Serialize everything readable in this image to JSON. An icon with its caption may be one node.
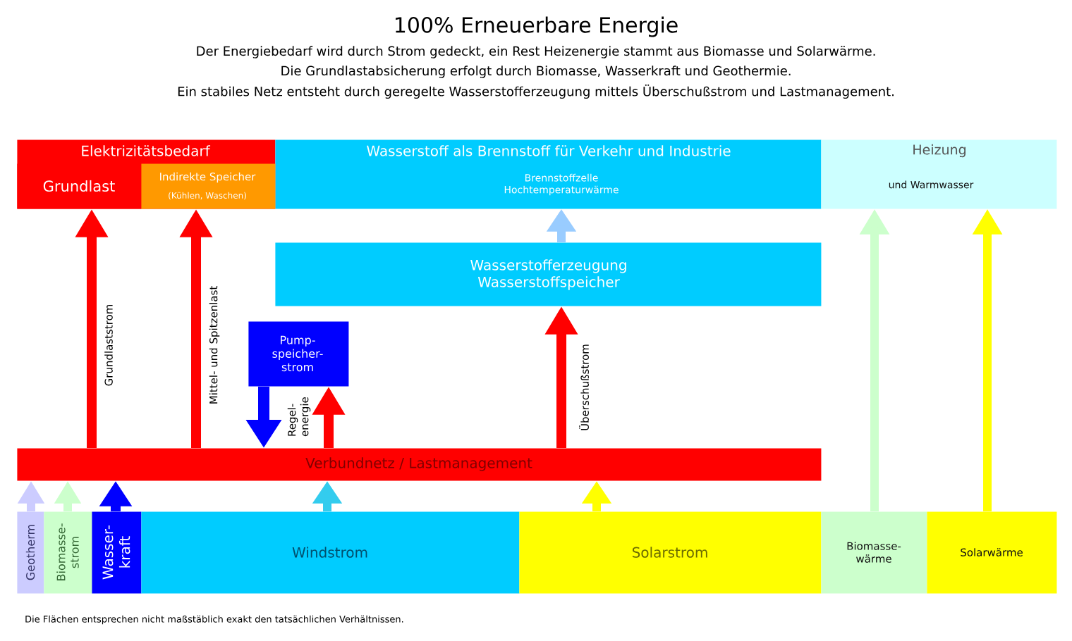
{
  "diagram": {
    "title": "100% Erneuerbare Energie",
    "caption": "Die Flächen entsprechen nicht maßstäblich exakt den tatsächlichen Verhältnissen.",
    "nodes": [
      {
        "text": [
          "Elektrizitätsbedarf"
        ]
      },
      {
        "text": [
          "Grundlast"
        ],
        "in": 0
      },
      {
        "text": [
          "Indirekte Speicher",
          "(Kühlen, Waschen)"
        ],
        "in": 0
      },
      {
        "text": [
          "Wasserstoff als Brennstoff für Verkehr und Industrie",
          "Brennstoffzelle Hochtemperaturwärme"
        ]
      },
      {
        "text": [
          "Heizung",
          "und Warmwasser"
        ]
      },
      {
        "text": [
          "Wasserstofferzeugung Wasserstoffspeicher"
        ]
      },
      {
        "text": [
          "Pump- speicher- strom"
        ]
      },
      {
        "text": [
          "Verbundnetz / Lastmanagement"
        ]
      },
      {
        "text": [
          "Geotherm"
        ]
      },
      {
        "text": [
          "Biomasse- strom"
        ]
      },
      {
        "text": [
          "Wasser- kraft"
        ]
      },
      {
        "text": [
          "Windstrom"
        ]
      },
      {
        "text": [
          "Solarstrom"
        ]
      },
      {
        "text": [
          "Biomasse- wärme"
        ]
      },
      {
        "text": [
          "Solarwärme"
        ]
      }
    ],
    "edges": [
      {
        "from": 7,
        "to": 1,
        "arrow": "to",
        "label": "Grundlaststrom"
      },
      {
        "from": 7,
        "to": 2,
        "arrow": "to",
        "label": "Mittel- und Spitzenlast"
      },
      {
        "from": 6,
        "to": 7,
        "arrow": "to",
        "color": "#0000ff"
      },
      {
        "from": 7,
        "to": 6,
        "arrow": "to",
        "label": "Regel- energie"
      },
      {
        "from": 7,
        "to": 5,
        "arrow": "to",
        "label": "Überschußstrom"
      },
      {
        "from": 5,
        "to": 3,
        "arrow": "to",
        "color": "#99ccff"
      },
      {
        "from": 8,
        "to": 7,
        "arrow": "to",
        "color": "#ccccff"
      },
      {
        "from": 9,
        "to": 7,
        "arrow": "to",
        "color": "#ccffcc"
      },
      {
        "from": 10,
        "to": 7,
        "arrow": "to",
        "color": "#0000ff"
      },
      {
        "from": 11,
        "to": 7,
        "arrow": "to",
        "color": "#33ccee"
      },
      {
        "from": 12,
        "to": 7,
        "arrow": "to",
        "color": "#ffff00"
      },
      {
        "from": 13,
        "to": 4,
        "arrow": "to",
        "color": "#ccffcc"
      },
      {
        "from": 14,
        "to": 4,
        "arrow": "to",
        "color": "#ffff00"
      }
    ],
    "labels": [
      "Der Energiebedarf wird durch Strom gedeckt, ein Rest Heizenergie stammt aus Biomasse und Solarwärme.",
      "Die Grundlastabsicherung erfolgt durch Biomasse, Wasserkraft und Geothermie.",
      "Ein stabiles Netz entsteht durch geregelte Wasserstofferzeugung mittels Überschußstrom und Lastmanagement."
    ]
  }
}
